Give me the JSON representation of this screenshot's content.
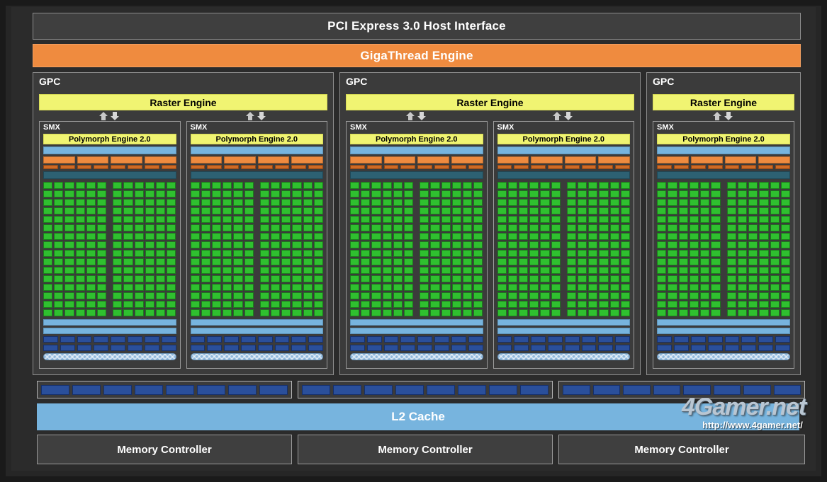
{
  "diagram": {
    "title": "PCI Express 3.0 Host Interface",
    "giga_thread": "GigaThread Engine",
    "l2_cache": "L2 Cache",
    "gpc_label": "GPC",
    "smx_label": "SMX",
    "raster_engine": "Raster Engine",
    "polymorph_engine": "Polymorph Engine 2.0",
    "memory_controller": "Memory Controller"
  },
  "colors": {
    "background": "#2b2b2b",
    "frame": "#1a1a1a",
    "panel": "#3b3b3b",
    "orange": "#ef8b3f",
    "yellow": "#f0f472",
    "light_blue": "#77b4de",
    "green": "#2fc02f",
    "dark_blue": "#2a4f9b",
    "teal": "#2d6173",
    "dark_orange": "#cf6a25"
  },
  "structure": {
    "gpc_count": 3,
    "smx_per_gpc": [
      2,
      2,
      1
    ],
    "core_rows": 16,
    "core_cols_per_half": 6,
    "warp_schedulers": 4,
    "dispatch_units": 8,
    "tex_units_per_row": 8,
    "tex_rows": 2,
    "rop_groups": 3,
    "rops_per_group": 8,
    "memory_controllers": 3
  },
  "watermark": {
    "name": "4Gamer.net",
    "url": "http://www.4gamer.net/"
  }
}
